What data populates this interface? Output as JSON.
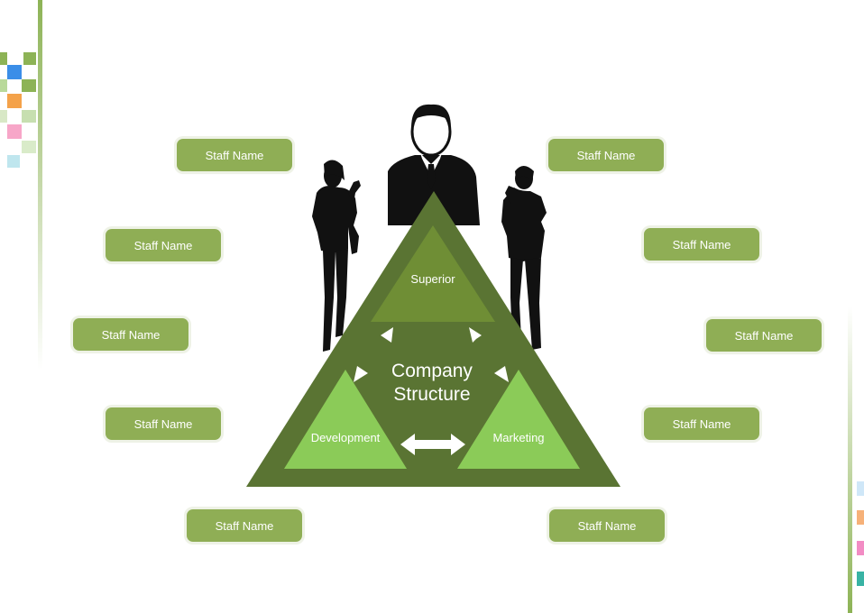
{
  "center": {
    "line1": "Company",
    "line2": "Structure"
  },
  "tiers": {
    "superior": "Superior",
    "development": "Development",
    "marketing": "Marketing"
  },
  "staff": [
    "Staff Name",
    "Staff Name",
    "Staff Name",
    "Staff Name",
    "Staff Name",
    "Staff Name",
    "Staff Name",
    "Staff Name",
    "Staff Name",
    "Staff Name"
  ],
  "colors": {
    "outer_triangle": "#5a7433",
    "superior": "#6f8e35",
    "sub_triangles": "#8bcb58",
    "staff_box": "#8fae55",
    "arrows": "#ffffff",
    "silhouettes": "#111111"
  },
  "icons": [
    "businessman-icon",
    "businesswoman-left-icon",
    "businesswoman-right-icon",
    "double-arrow-icon"
  ]
}
